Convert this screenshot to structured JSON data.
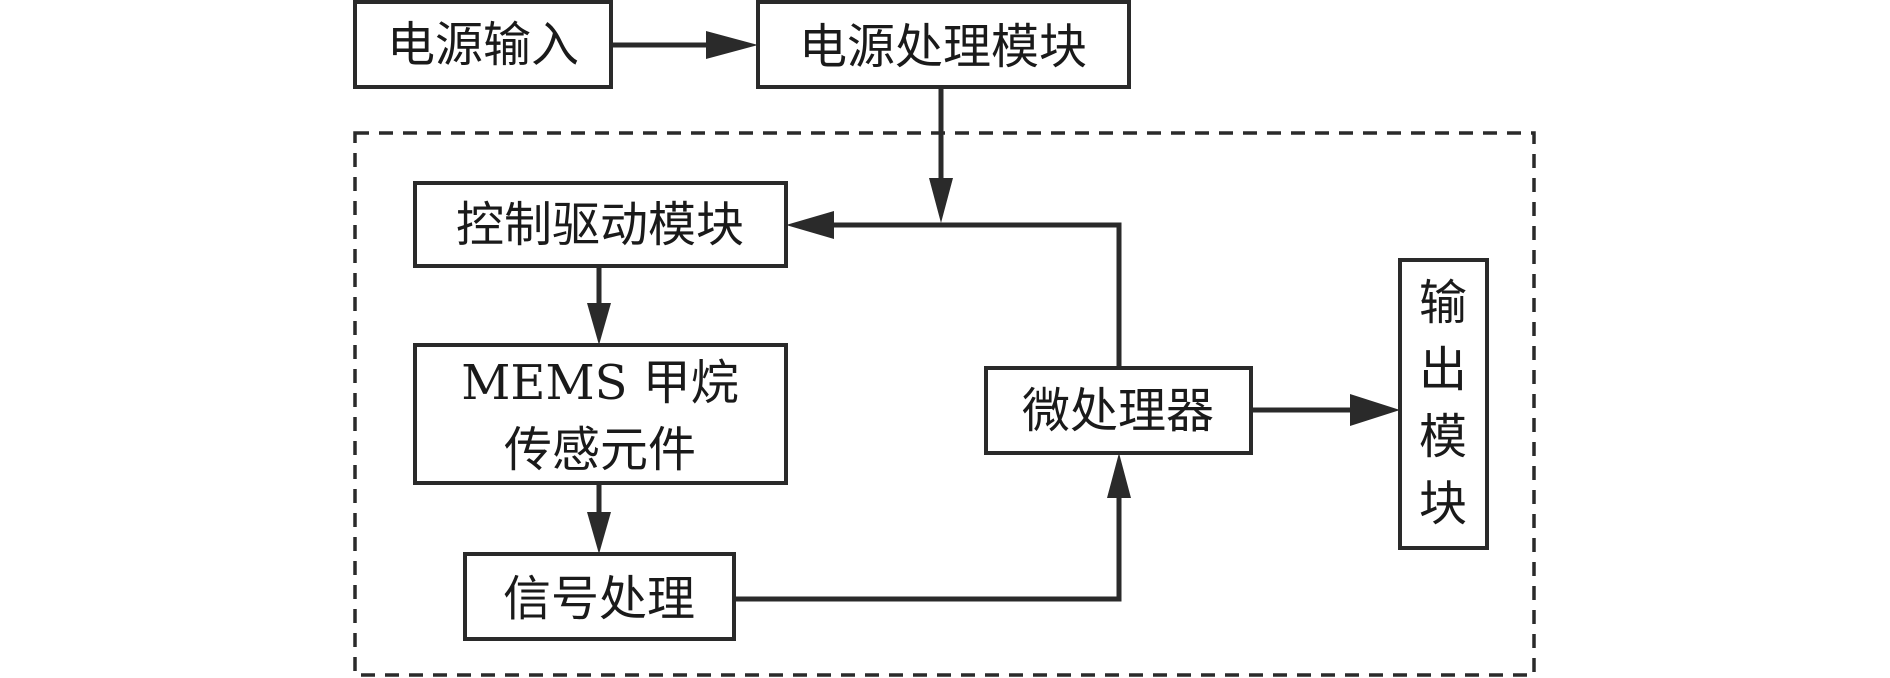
{
  "nodes": {
    "power_input": "电源输入",
    "power_processing": "电源处理模块",
    "control_drive": "控制驱动模块",
    "sensor_line1": "MEMS 甲烷",
    "sensor_line2": "传感元件",
    "signal_processing": "信号处理",
    "microprocessor": "微处理器",
    "output": [
      "输",
      "出",
      "模",
      "块"
    ]
  },
  "colors": {
    "stroke": "#2a2a2a",
    "background": "#ffffff"
  }
}
